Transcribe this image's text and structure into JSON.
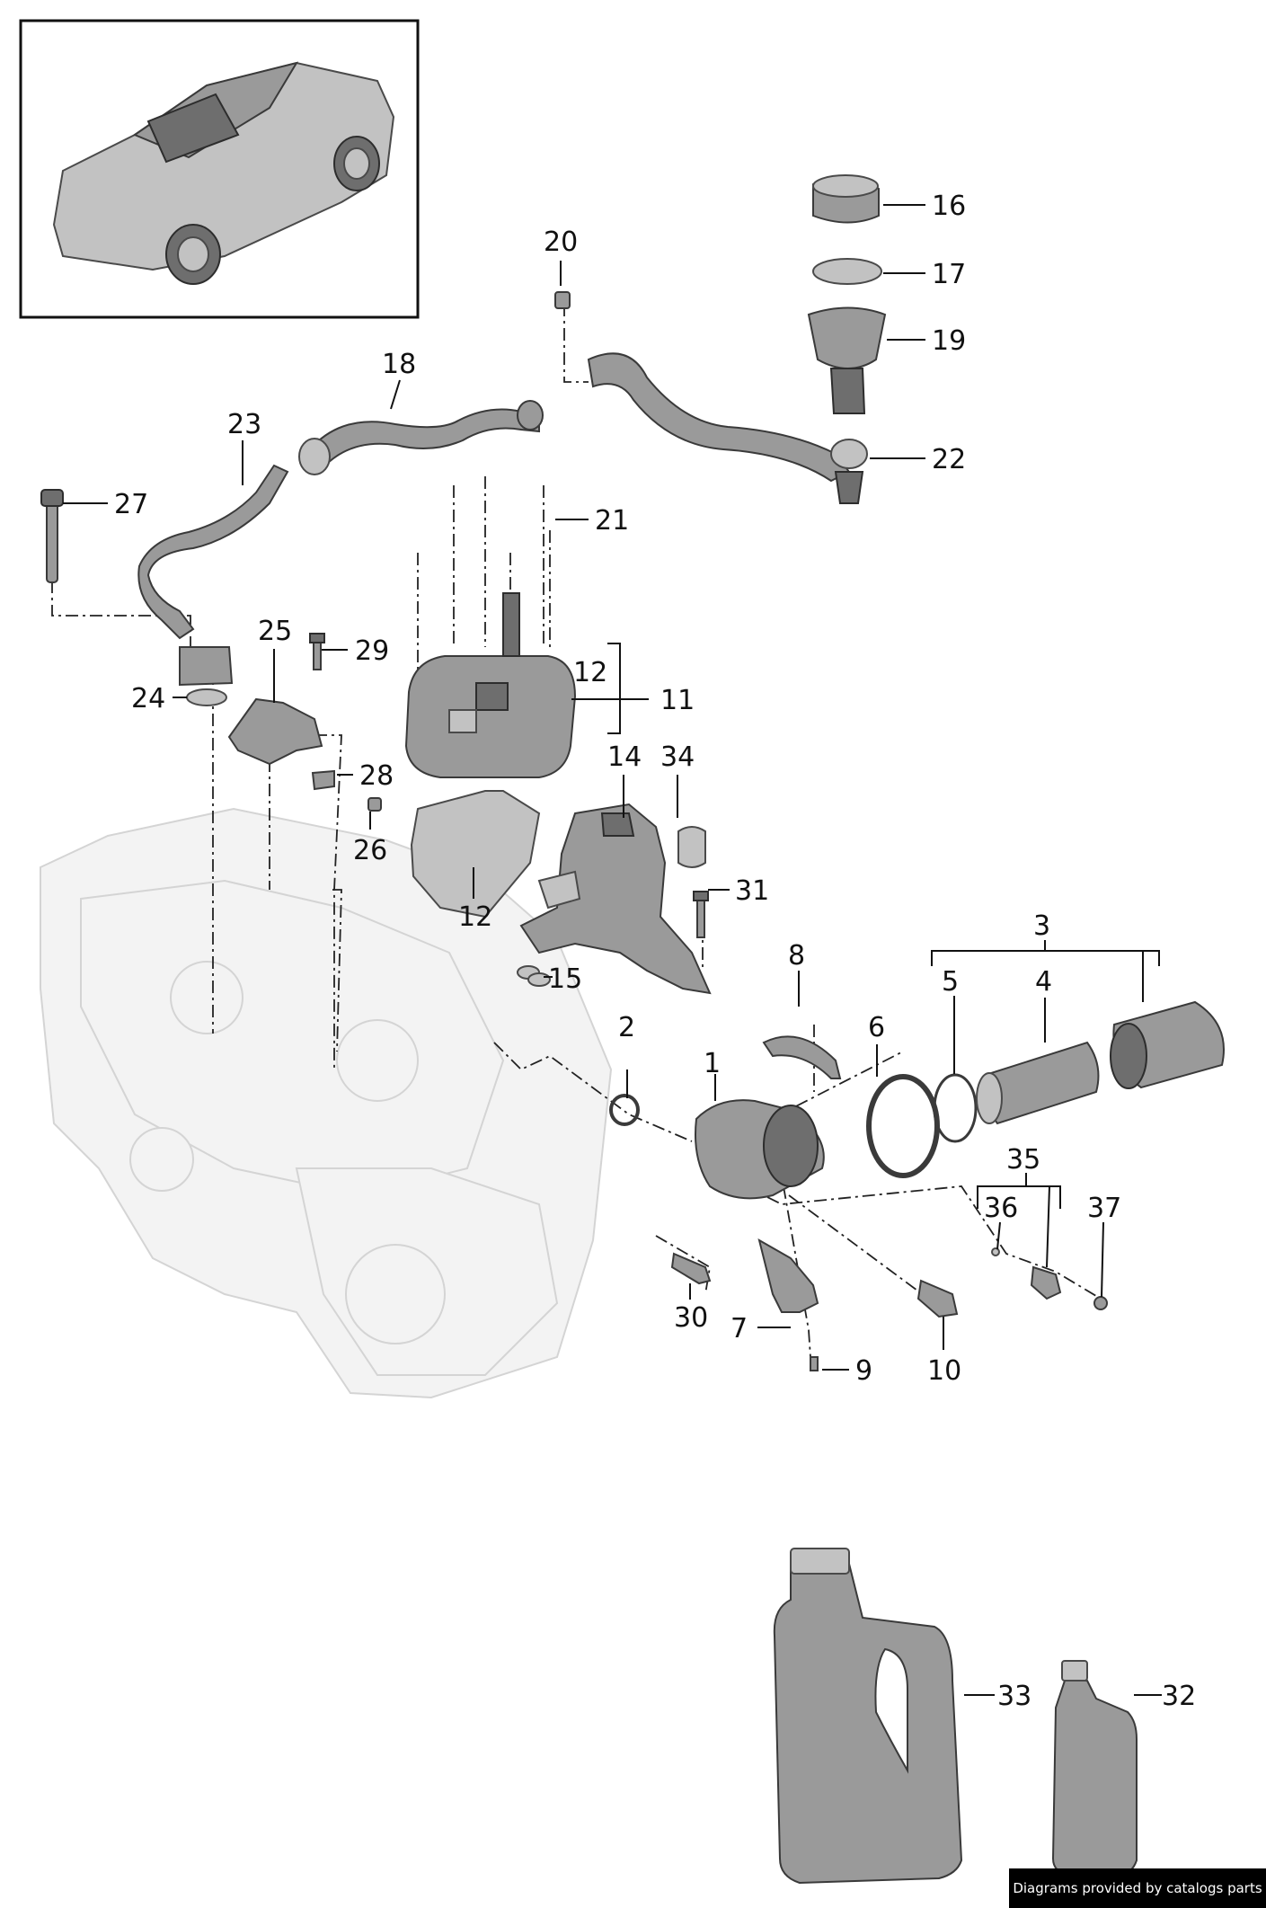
{
  "credit": "Diagrams provided by catalogs parts",
  "callouts": [
    {
      "n": "1"
    },
    {
      "n": "2"
    },
    {
      "n": "3"
    },
    {
      "n": "4"
    },
    {
      "n": "5"
    },
    {
      "n": "6"
    },
    {
      "n": "7"
    },
    {
      "n": "8"
    },
    {
      "n": "9"
    },
    {
      "n": "10"
    },
    {
      "n": "11"
    },
    {
      "n": "12"
    },
    {
      "n": "12"
    },
    {
      "n": "14"
    },
    {
      "n": "15"
    },
    {
      "n": "16"
    },
    {
      "n": "17"
    },
    {
      "n": "18"
    },
    {
      "n": "19"
    },
    {
      "n": "20"
    },
    {
      "n": "21"
    },
    {
      "n": "22"
    },
    {
      "n": "23"
    },
    {
      "n": "24"
    },
    {
      "n": "25"
    },
    {
      "n": "26"
    },
    {
      "n": "27"
    },
    {
      "n": "28"
    },
    {
      "n": "29"
    },
    {
      "n": "30"
    },
    {
      "n": "31"
    },
    {
      "n": "32"
    },
    {
      "n": "33"
    },
    {
      "n": "34"
    },
    {
      "n": "35"
    },
    {
      "n": "36"
    },
    {
      "n": "37"
    }
  ]
}
